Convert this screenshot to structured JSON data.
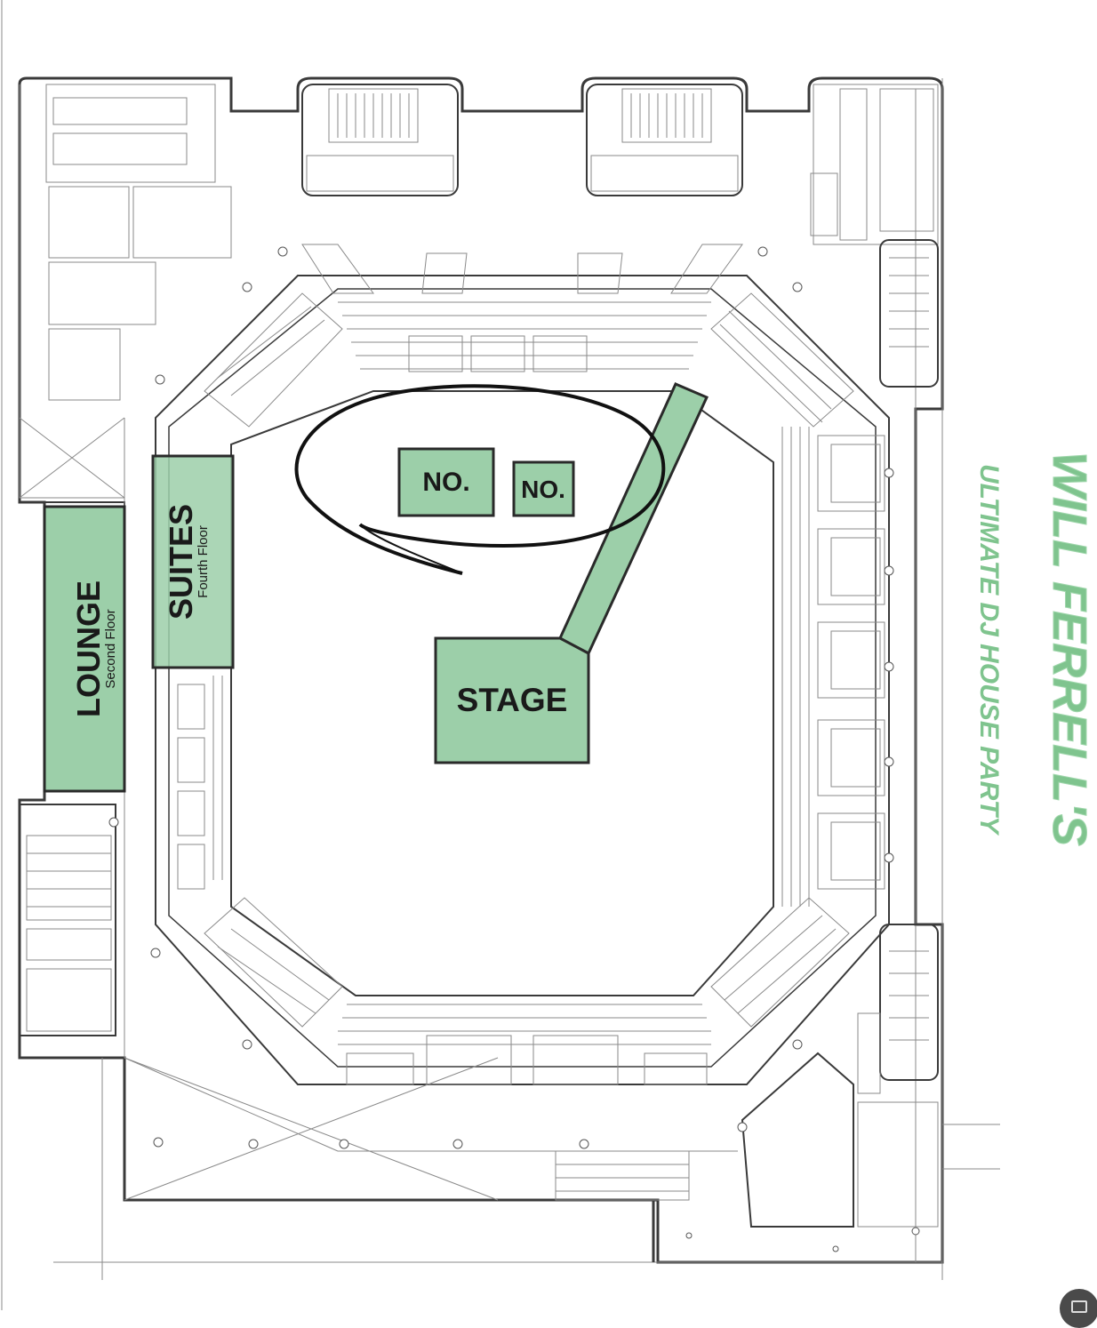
{
  "map": {
    "zones": {
      "lounge": {
        "title": "LOUNGE",
        "subtitle": "Second Floor"
      },
      "suites": {
        "title": "SUITES",
        "subtitle": "Fourth Floor"
      },
      "stage": {
        "title": "STAGE"
      },
      "table_a": {
        "label": "NO."
      },
      "table_b": {
        "label": "NO."
      }
    },
    "event_title": {
      "line1": "WILL FERRELL'S",
      "line2": "ULTIMATE DJ HOUSE PARTY"
    },
    "colors": {
      "zone_fill": "#9ccfa9",
      "title_green": "#7fc48e",
      "linework": "#3a3a3a"
    }
  }
}
